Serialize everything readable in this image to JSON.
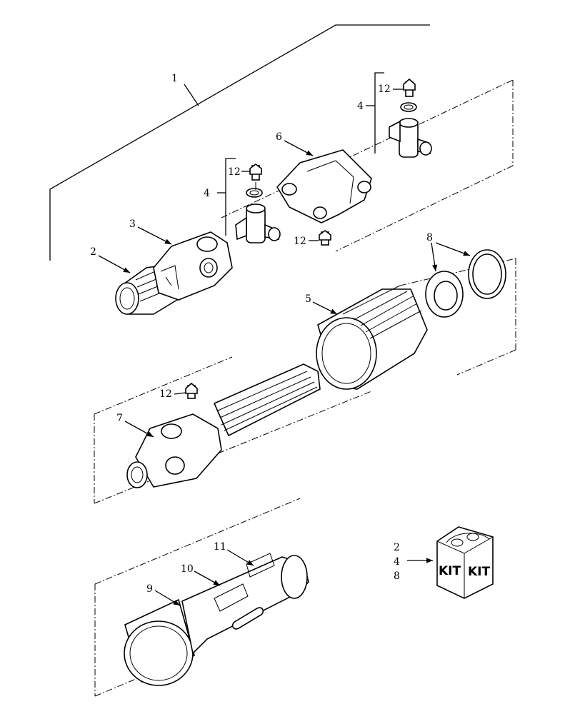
{
  "callouts": {
    "c1": "1",
    "c2": "2",
    "c3": "3",
    "c4a": "4",
    "c4b": "4",
    "c5": "5",
    "c6": "6",
    "c7": "7",
    "c8": "8",
    "c9": "9",
    "c10": "10",
    "c11": "11",
    "c12a": "12",
    "c12b": "12",
    "c12c": "12",
    "c12d": "12",
    "kit_2": "2",
    "kit_4": "4",
    "kit_8": "8"
  },
  "kit": {
    "label_left": "KIT",
    "label_right": "KIT"
  }
}
